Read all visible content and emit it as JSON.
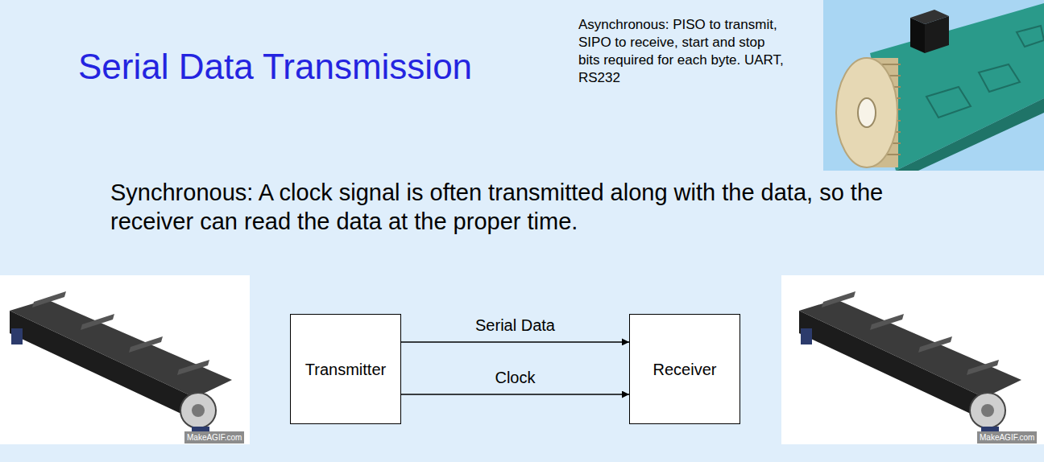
{
  "diagram": {
    "title": "Serial Data Transmission",
    "nodes": [
      {
        "text": [
          "Transmitter"
        ]
      },
      {
        "text": [
          "Receiver"
        ]
      }
    ],
    "edges": [
      {
        "from": 0,
        "to": 1,
        "label": "Serial Data",
        "arrow": "to"
      },
      {
        "from": 0,
        "to": 1,
        "label": "Clock",
        "arrow": "to"
      }
    ],
    "labels": [
      "Asynchronous: PISO to transmit, SIPO to receive, start and stop bits required for each byte. UART, RS232",
      "Synchronous: A clock signal is often transmitted along with the data, so the receiver can read the data at the proper time.",
      "MakeAGIF.com",
      "MakeAGIF.com"
    ]
  }
}
